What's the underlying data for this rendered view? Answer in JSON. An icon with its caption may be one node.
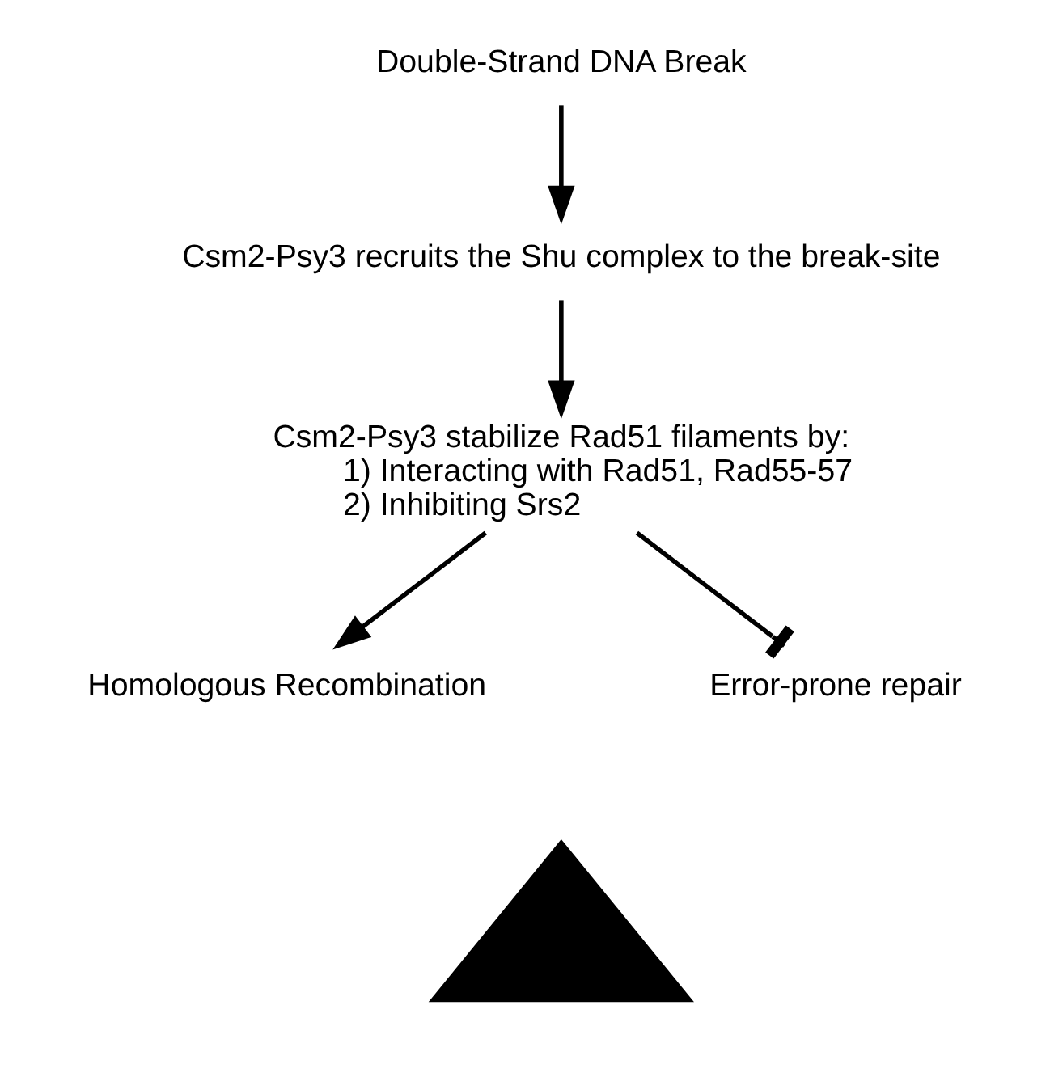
{
  "diagram": {
    "nodes": [
      {
        "text": [
          "Double-Strand DNA Break"
        ]
      },
      {
        "text": [
          "Csm2-Psy3 recruits the Shu complex to the break-site"
        ]
      },
      {
        "text": [
          "Csm2-Psy3 stabilize Rad51 filaments by:",
          "1) Interacting with Rad51, Rad55-57",
          "2) Inhibiting Srs2"
        ]
      },
      {
        "text": [
          "Homologous Recombination"
        ]
      },
      {
        "text": [
          "Error-prone repair"
        ]
      },
      {
        "text": [],
        "shape": "triangle"
      }
    ],
    "edges": [
      {
        "from": 0,
        "to": 1,
        "arrow": "to"
      },
      {
        "from": 1,
        "to": 2,
        "arrow": "to"
      },
      {
        "from": 2,
        "to": 3,
        "arrow": "to"
      },
      {
        "from": 2,
        "to": 4,
        "arrow": "other"
      }
    ]
  }
}
